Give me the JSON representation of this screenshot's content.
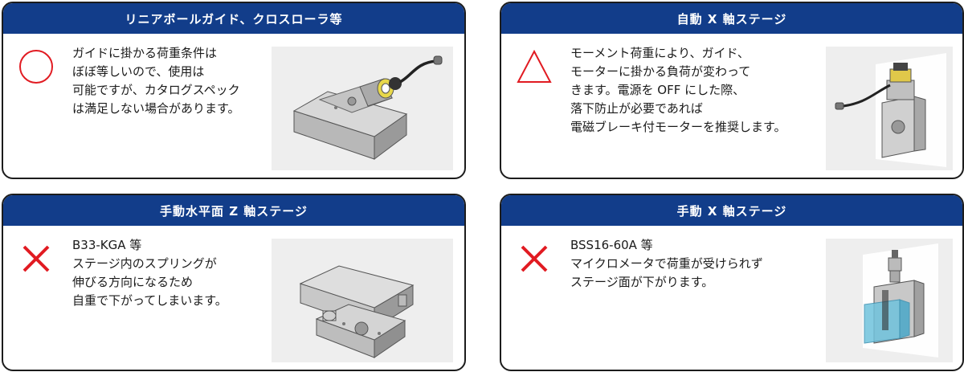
{
  "cards": [
    {
      "title": "リニアボールガイド、クロスローラ等",
      "symbol": "circle",
      "lines": [
        "ガイドに掛かる荷重条件は",
        "ぼぼ等しいので、使用は",
        "可能ですが、カタログスペック",
        "は満足しない場合があります。"
      ]
    },
    {
      "title": "自動 X 軸ステージ",
      "symbol": "triangle",
      "lines": [
        "モーメント荷重により、ガイド、",
        "モーターに掛かる負荷が変わって",
        "きます。電源を OFF にした際、",
        "落下防止が必要であれば",
        "電磁ブレーキ付モーターを推奨します。"
      ]
    },
    {
      "title": "手動水平面 Z 軸ステージ",
      "symbol": "cross",
      "lines": [
        "B33-KGA 等",
        "ステージ内のスプリングが",
        "伸びる方向になるため",
        "自重で下がってしまいます。"
      ]
    },
    {
      "title": "手動 X 軸ステージ",
      "symbol": "cross",
      "lines": [
        "BSS16-60A 等",
        "マイクロメータで荷重が受けられず",
        "ステージ面が下がります。"
      ]
    }
  ],
  "colors": {
    "header_bg": "#123d8a",
    "header_text": "#ffffff",
    "symbol_red": "#e11b22",
    "thumb_bg": "#eeeeee"
  },
  "icons": {
    "circle": "circle-ok-icon",
    "triangle": "triangle-caution-icon",
    "cross": "cross-ng-icon"
  }
}
